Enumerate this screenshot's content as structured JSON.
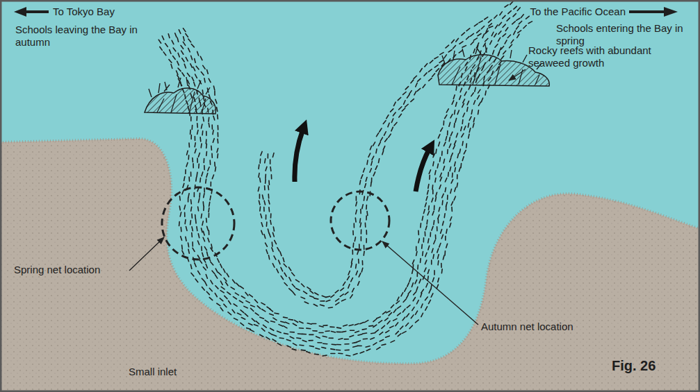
{
  "diagram": {
    "caption": "Fig. 26",
    "labels": [
      "To Tokyo Bay",
      "To the Pacific Ocean",
      "Schools leaving the Bay in autumn",
      "Schools entering the Bay in spring",
      "Rocky reefs with abundant seaweed growth",
      "Spring net location",
      "Autumn net location",
      "Small inlet"
    ]
  }
}
